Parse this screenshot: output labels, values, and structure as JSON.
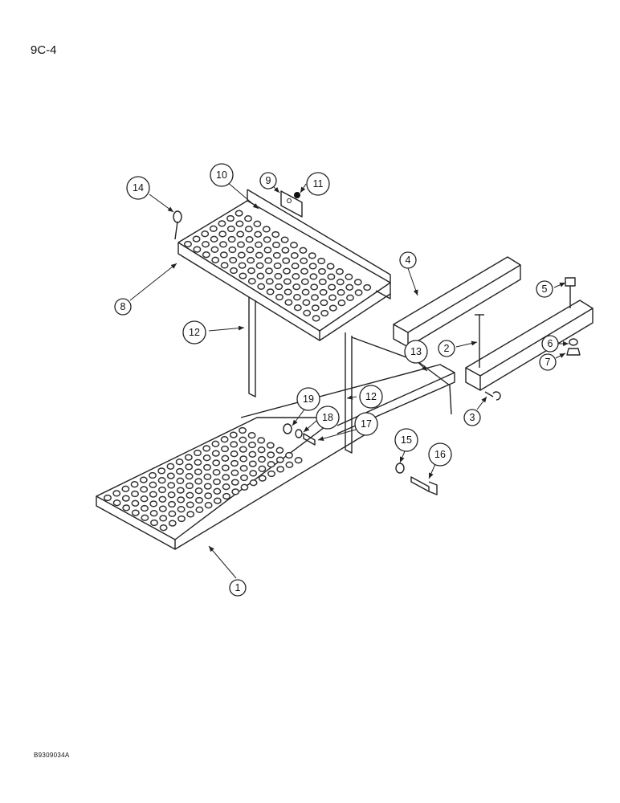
{
  "page_number": "9C-4",
  "drawing_code": "B9309034A",
  "callouts": [
    "1",
    "2",
    "3",
    "4",
    "5",
    "6",
    "7",
    "8",
    "9",
    "10",
    "11",
    "12",
    "12",
    "13",
    "14",
    "15",
    "16",
    "17",
    "18",
    "19"
  ]
}
